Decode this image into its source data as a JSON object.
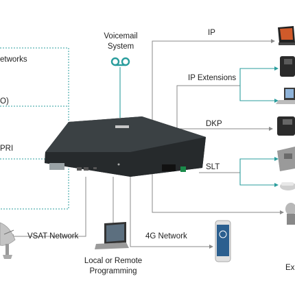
{
  "left_labels": {
    "networks": "etworks",
    "co": "O)",
    "pri": "PRI"
  },
  "voicemail": {
    "line1": "Voicemail",
    "line2": "System"
  },
  "right_labels": {
    "ip": "IP",
    "ip_extensions": "IP Extensions",
    "dkp": "DKP",
    "slt": "SLT",
    "network_4g": "4G Network",
    "ex_partial": "Ex"
  },
  "bottom_labels": {
    "vsat": "VSAT Network",
    "programming_line1": "Local or Remote",
    "programming_line2": "Programming"
  },
  "colors": {
    "teal": "#2a9d9d",
    "gray_line": "#8a8a8a",
    "device_body": "#2f3437",
    "device_top": "#3b4144"
  }
}
